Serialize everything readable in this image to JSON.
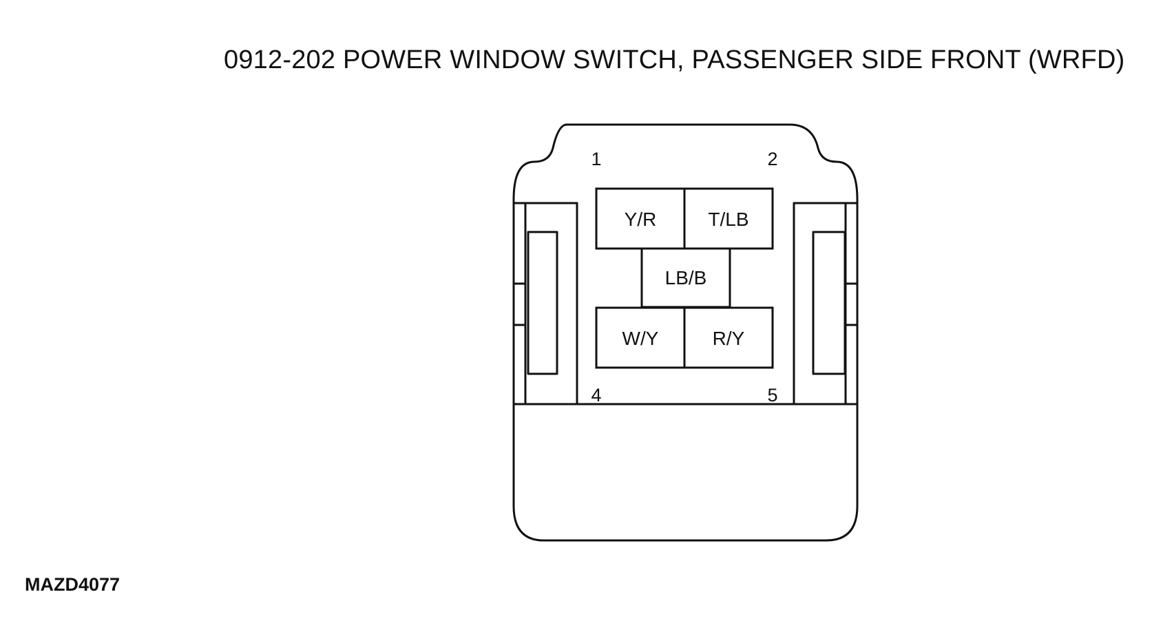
{
  "diagram": {
    "title": "0912-202 POWER WINDOW SWITCH, PASSENGER SIDE FRONT (WRFD)",
    "figure_id": "MAZD4077",
    "pin_labels": {
      "pin1": "1",
      "pin2": "2",
      "pin4": "4",
      "pin5": "5"
    },
    "wires": {
      "pin1": "Y/R",
      "pin2": "T/LB",
      "pin3": "LB/B",
      "pin4": "W/Y",
      "pin5": "R/Y"
    }
  }
}
